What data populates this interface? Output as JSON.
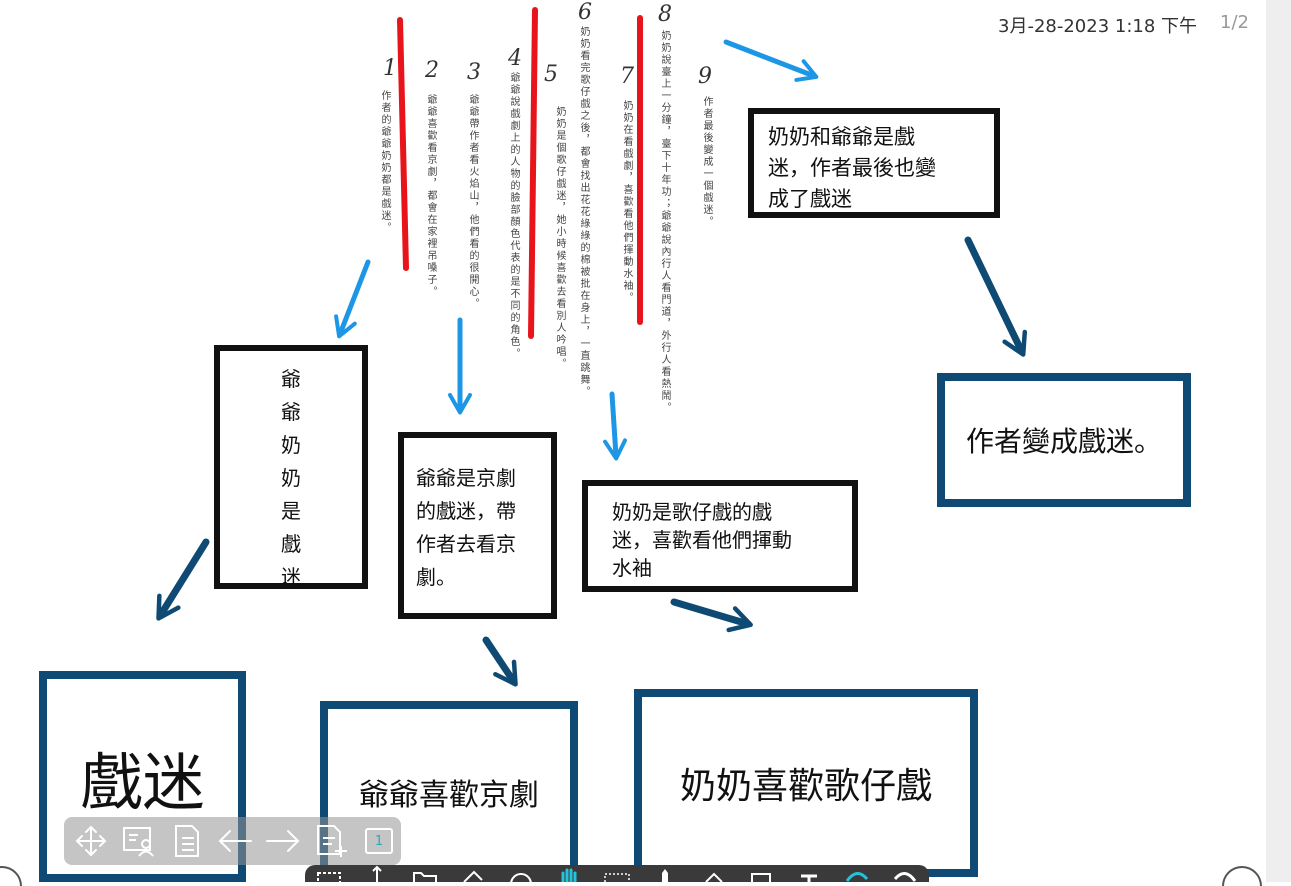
{
  "header": {
    "datetime": "3月-28-2023 1:18 下午",
    "page": "1/2"
  },
  "numbers": [
    "1",
    "2",
    "3",
    "4",
    "5",
    "6",
    "7",
    "8",
    "9"
  ],
  "vertical_text": {
    "n1": "作者的爺爺奶奶都是戲迷。",
    "n2": "爺爺喜歡看京劇，都會在家裡吊嗓子。",
    "n3": "爺爺帶作者看火焰山，他們看的很開心。",
    "n4": "爺爺說戲劇上的人物的臉部顏色代表的是不同的角色。",
    "n5": "奶奶是個歌仔戲迷，她小時候喜歡去看別人吟唱。",
    "n6": "奶奶看完歌仔戲之後，都會找出花花綠綠的棉被批在身上，一直跳舞。",
    "n7": "奶奶在看戲劇，喜歡看他們揮動水袖。",
    "n8": "奶奶說臺上一分鐘，臺下十年功；爺爺說內行人看門道，外行人看熱鬧。",
    "n9": "作者最後變成一個戲迷。"
  },
  "notes": {
    "top_right": [
      "奶奶和爺爺是戲",
      "迷，作者最後也變",
      "成了戲迷"
    ],
    "grandparents": [
      "爺",
      "爺",
      "奶",
      "奶",
      "是",
      "戲",
      "迷"
    ],
    "grandpa": [
      "爺爺是京劇",
      "的戲迷，帶",
      "作者去看京",
      "劇。"
    ],
    "grandma": [
      "奶奶是歌仔戲的戲",
      "迷，喜歡看他們揮動",
      "水袖"
    ]
  },
  "summaries": {
    "author": "作者變成戲迷。",
    "fan": "戲迷",
    "grandpa": "爺爺喜歡京劇",
    "grandma": "奶奶喜歡歌仔戲"
  },
  "floating_toolbar": {
    "icons": [
      "move-icon",
      "presenter-icon",
      "document-icon",
      "arrow-left-icon",
      "arrow-right-icon",
      "add-page-icon",
      "page-indicator-icon"
    ],
    "page_indicator": "1"
  },
  "bottom_toolbar": {
    "icons": [
      "select-rect-icon",
      "pointer-icon",
      "folder-icon",
      "eraser-icon",
      "color-wheel-icon",
      "hand-icon",
      "lasso-icon",
      "pen-icon",
      "highlighter-icon",
      "shape-icon",
      "text-icon",
      "undo-icon",
      "redo-icon"
    ]
  },
  "colors": {
    "red_mark": "#e8141b",
    "light_arrow": "#1e96e6",
    "dark_arrow": "#0e4a73",
    "note_border": "#111111"
  }
}
